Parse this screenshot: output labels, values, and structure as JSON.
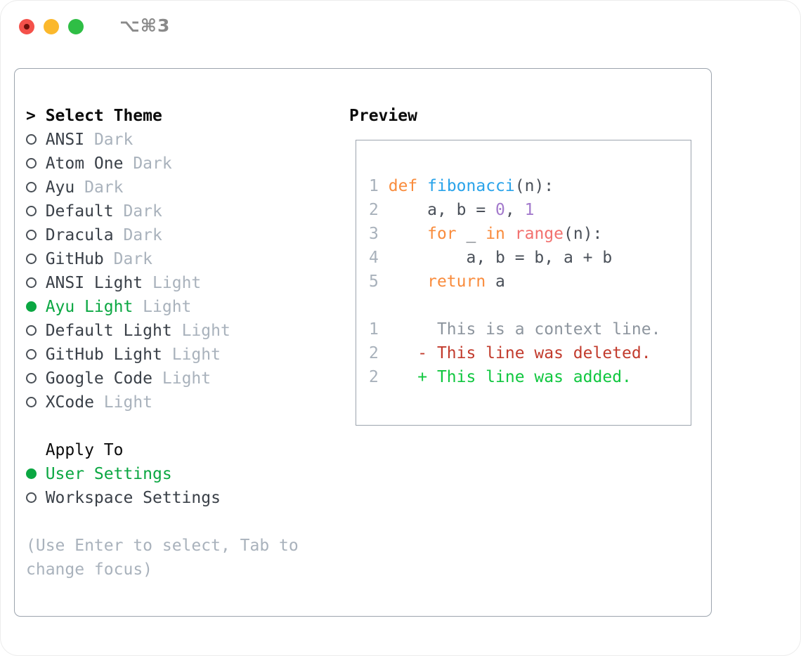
{
  "titlebar": {
    "shortcut": "⌥⌘3",
    "buttons": [
      "close",
      "minimize",
      "zoom"
    ]
  },
  "theme_list": {
    "cursor": ">",
    "heading": "Select Theme",
    "items": [
      {
        "name": "ANSI",
        "variant": "Dark",
        "selected": false
      },
      {
        "name": "Atom One",
        "variant": "Dark",
        "selected": false
      },
      {
        "name": "Ayu",
        "variant": "Dark",
        "selected": false
      },
      {
        "name": "Default",
        "variant": "Dark",
        "selected": false
      },
      {
        "name": "Dracula",
        "variant": "Dark",
        "selected": false
      },
      {
        "name": "GitHub",
        "variant": "Dark",
        "selected": false
      },
      {
        "name": "ANSI Light",
        "variant": "Light",
        "selected": false
      },
      {
        "name": "Ayu Light",
        "variant": "Light",
        "selected": true
      },
      {
        "name": "Default Light",
        "variant": "Light",
        "selected": false
      },
      {
        "name": "GitHub Light",
        "variant": "Light",
        "selected": false
      },
      {
        "name": "Google Code",
        "variant": "Light",
        "selected": false
      },
      {
        "name": "XCode",
        "variant": "Light",
        "selected": false
      }
    ]
  },
  "apply_to": {
    "heading": "Apply To",
    "options": [
      {
        "label": "User Settings",
        "selected": true
      },
      {
        "label": "Workspace Settings",
        "selected": false
      }
    ]
  },
  "hint_lines": [
    "(Use Enter to select, Tab to",
    "change focus)"
  ],
  "preview": {
    "heading": "Preview",
    "code_lines": [
      [
        [
          "ln",
          "1"
        ],
        [
          "pl",
          " "
        ],
        [
          "kw",
          "def"
        ],
        [
          "pl",
          " "
        ],
        [
          "fn",
          "fibonacci"
        ],
        [
          "pl",
          "(n):"
        ]
      ],
      [
        [
          "ln",
          "2"
        ],
        [
          "pl",
          "     a, b = "
        ],
        [
          "num",
          "0"
        ],
        [
          "pl",
          ", "
        ],
        [
          "num",
          "1"
        ]
      ],
      [
        [
          "ln",
          "3"
        ],
        [
          "pl",
          "     "
        ],
        [
          "kw",
          "for"
        ],
        [
          "pl",
          " _ "
        ],
        [
          "kw",
          "in"
        ],
        [
          "pl",
          " "
        ],
        [
          "call",
          "range"
        ],
        [
          "pl",
          "(n):"
        ]
      ],
      [
        [
          "ln",
          "4"
        ],
        [
          "pl",
          "         a, b = b, a + b"
        ]
      ],
      [
        [
          "ln",
          "5"
        ],
        [
          "pl",
          "     "
        ],
        [
          "kw",
          "return"
        ],
        [
          "pl",
          " a"
        ]
      ],
      [],
      [
        [
          "ln",
          "1"
        ],
        [
          "ctx",
          "      This is a context line."
        ]
      ],
      [
        [
          "ln",
          "2"
        ],
        [
          "del",
          "    - This line was deleted."
        ]
      ],
      [
        [
          "ln",
          "2"
        ],
        [
          "add",
          "    + This line was added."
        ]
      ]
    ]
  },
  "colors": {
    "keyword": "#F98C3D",
    "function_name": "#29A3EA",
    "number": "#A37ACC",
    "call": "#F2706E",
    "plain": "#4A5059",
    "line_number": "#A8B1BB",
    "context": "#8D959E",
    "deleted": "#C23B2D",
    "added": "#10C73F",
    "selection_green": "#0BA742",
    "muted": "#A9B2BC",
    "heading": "#0B0B0B",
    "item_text": "#3A4048",
    "border": "#9CA4AE",
    "traffic_red": "#F4514A",
    "traffic_red_dot": "#6E100A",
    "traffic_yellow": "#FBB82C",
    "traffic_green": "#2FBE45",
    "shortcut_gray": "#8A8A8A"
  }
}
